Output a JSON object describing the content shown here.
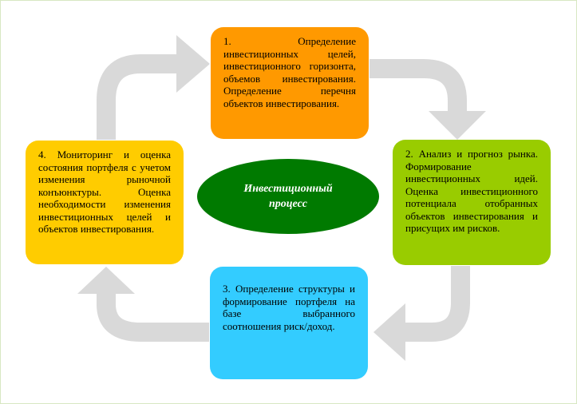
{
  "colors": {
    "step1": "#ff9900",
    "step2": "#99cc00",
    "step3": "#33ccff",
    "step4": "#ffcc00",
    "center": "#007a00",
    "arrow": "#d9d9d9"
  },
  "center": {
    "label": "Инвестиционный процесс"
  },
  "steps": [
    {
      "text": "1. Определение инвестиционных целей, инвестиционного горизонта, объемов инвестирования. Определение перечня объектов инвестирования."
    },
    {
      "text": "2. Анализ и прогноз рынка. Формирование инвестиционных идей. Оценка инвестиционного потенциала отобранных объектов инвестирования и присущих им рисков."
    },
    {
      "text": "3. Определение структуры и формирование портфеля на базе выбранного соотношения риск/доход."
    },
    {
      "text": "4. Мониторинг и оценка состояния портфеля с учетом изменения рыночной конъюнктуры. Оценка необходимости изменения инвестиционных целей и объектов инвестирования."
    }
  ]
}
